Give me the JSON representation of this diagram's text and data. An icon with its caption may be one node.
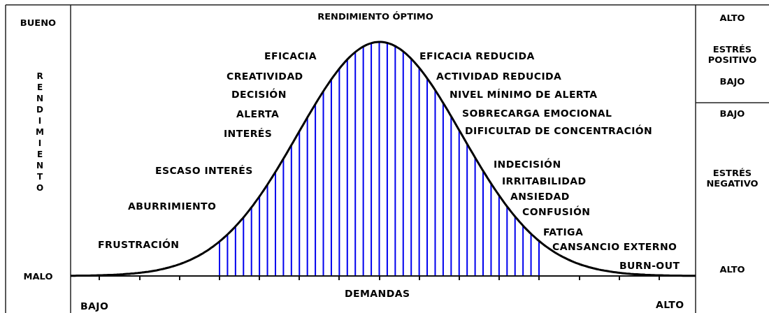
{
  "diagram": {
    "labels": [
      "BUENO",
      "RENDIMIENTO ÓPTIMO",
      "ALTO",
      "EFICACIA",
      "EFICACIA REDUCIDA",
      "ESTRÉS POSITIVO",
      "CREATIVIDAD",
      "ACTIVIDAD REDUCIDA",
      "RENDIMIENTO",
      "BAJO",
      "DECISIÓN",
      "NIVEL MÍNIMO DE ALERTA",
      "ALERTA",
      "SOBRECARGA EMOCIONAL",
      "BAJO",
      "INTERÉS",
      "DIFICULTAD DE CONCENTRACIÓN",
      "INDECISIÓN",
      "ESCASO INTERÉS",
      "ESTRÉS NEGATIVO",
      "IRRITABILIDAD",
      "ANSIEDAD",
      "ABURRIMIENTO",
      "CONFUSIÓN",
      "FATIGA",
      "FRUSTRACIÓN",
      "CANSANCIO EXTERNO",
      "BURN-OUT",
      "MALO",
      "ALTO",
      "DEMANDAS",
      "BAJO",
      "ALTO"
    ]
  }
}
